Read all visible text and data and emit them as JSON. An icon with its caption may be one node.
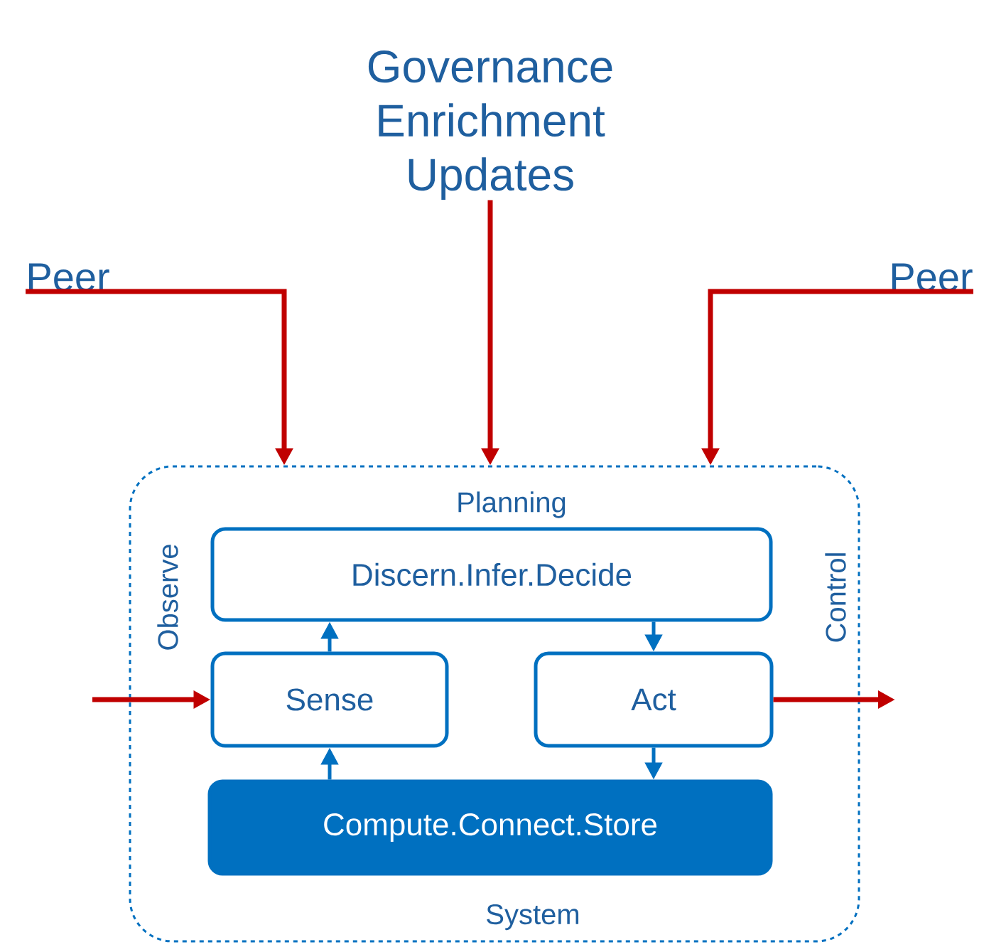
{
  "diagram": {
    "nodes": [
      {
        "text": [
          "Planning",
          "Observe",
          "Control",
          "System"
        ]
      },
      {
        "text": [
          "Discern.Infer.Decide"
        ],
        "in": 0
      },
      {
        "text": [
          "Sense"
        ],
        "in": 0
      },
      {
        "text": [
          "Act"
        ],
        "in": 0
      },
      {
        "text": [
          "Compute.Connect.Store"
        ],
        "in": 0
      },
      {
        "text": [
          "Governance Enrichment Updates"
        ]
      },
      {
        "text": [
          "Peer"
        ]
      },
      {
        "text": [
          "Peer"
        ]
      }
    ],
    "edges": [
      {
        "from": 6,
        "to": 0,
        "arrow": "to"
      },
      {
        "from": 5,
        "to": 0,
        "arrow": "to"
      },
      {
        "from": 7,
        "to": 0,
        "arrow": "to"
      },
      {
        "from": null,
        "to": 2,
        "arrow": "to"
      },
      {
        "from": 3,
        "to": null,
        "arrow": "to"
      },
      {
        "from": 2,
        "to": 1,
        "arrow": "to",
        "color": "#0070c0"
      },
      {
        "from": 1,
        "to": 3,
        "arrow": "to",
        "color": "#0070c0"
      },
      {
        "from": 3,
        "to": 4,
        "arrow": "to",
        "color": "#0070c0"
      },
      {
        "from": 4,
        "to": 2,
        "arrow": "to",
        "color": "#0070c0"
      }
    ]
  }
}
